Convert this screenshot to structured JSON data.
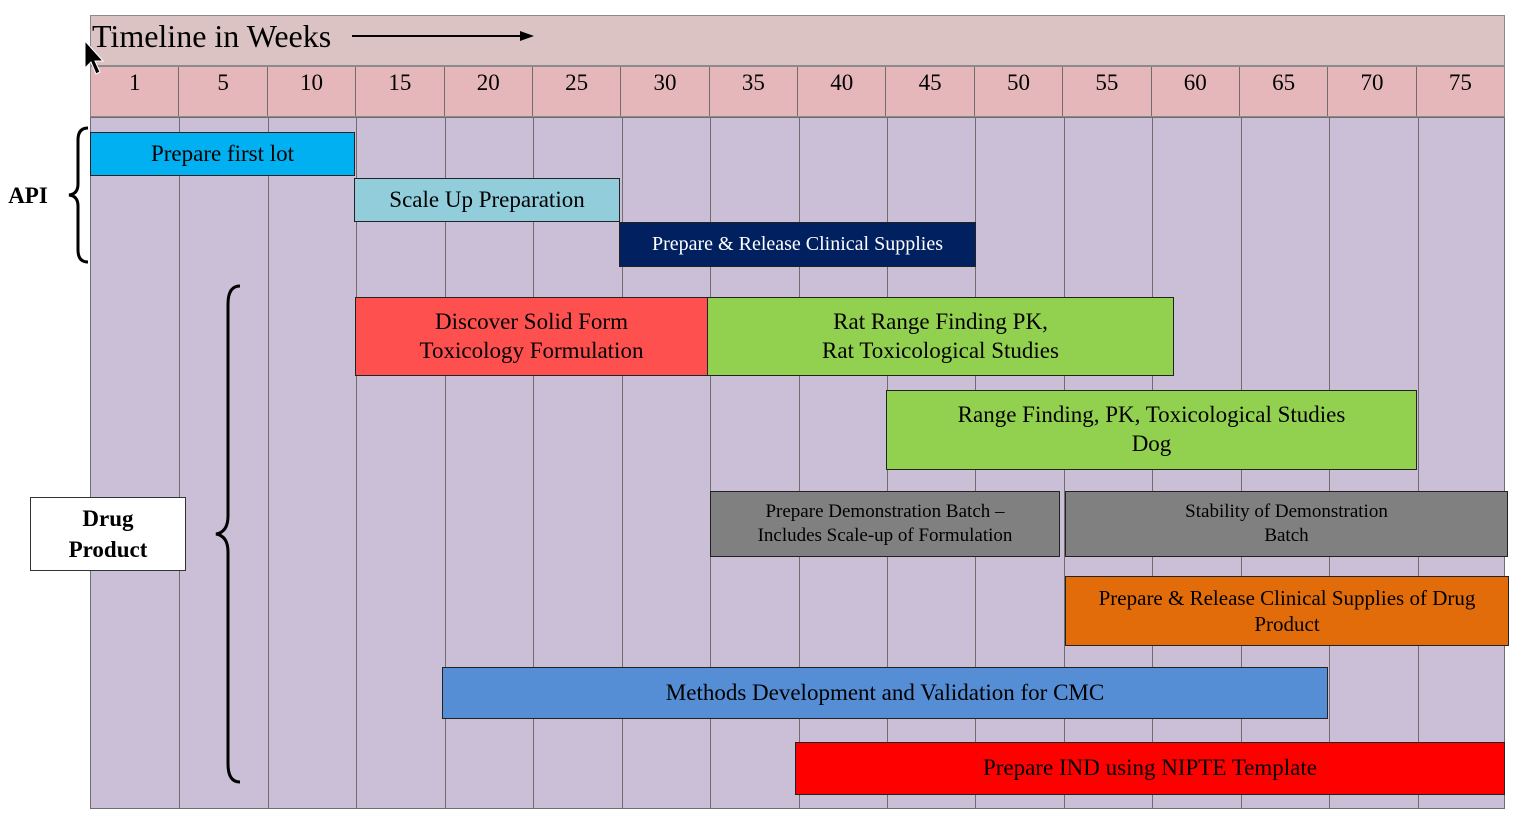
{
  "header": {
    "title": "Timeline in Weeks"
  },
  "weeks": [
    "1",
    "5",
    "10",
    "15",
    "20",
    "25",
    "30",
    "35",
    "40",
    "45",
    "50",
    "55",
    "60",
    "65",
    "70",
    "75"
  ],
  "groups": {
    "api": "API",
    "drug_product": "Drug\nProduct"
  },
  "tasks": [
    {
      "label": "Prepare first lot",
      "color": "#00b0f0",
      "text_color": "#000000"
    },
    {
      "label": "Scale Up Preparation",
      "color": "#92cddc",
      "text_color": "#000000"
    },
    {
      "label": "Prepare & Release Clinical Supplies",
      "color": "#002060",
      "text_color": "#ffffff"
    },
    {
      "label": "Discover Solid Form\nToxicology Formulation",
      "color": "#ff5050",
      "text_color": "#000000"
    },
    {
      "label": "Rat Range Finding PK,\nRat Toxicological Studies",
      "color": "#92d050",
      "text_color": "#000000"
    },
    {
      "label": "Range Finding, PK, Toxicological Studies\nDog",
      "color": "#92d050",
      "text_color": "#000000"
    },
    {
      "label": "Prepare Demonstration Batch –\nIncludes Scale-up of Formulation",
      "color": "#808080",
      "text_color": "#000000"
    },
    {
      "label": "Stability of Demonstration\nBatch",
      "color": "#808080",
      "text_color": "#000000"
    },
    {
      "label": "Prepare & Release Clinical Supplies of Drug\nProduct",
      "color": "#e36c0a",
      "text_color": "#000000"
    },
    {
      "label": "Methods Development and Validation for CMC",
      "color": "#558ed5",
      "text_color": "#000000"
    },
    {
      "label": "Prepare IND using NIPTE Template",
      "color": "#ff0000",
      "text_color": "#000000"
    }
  ]
}
